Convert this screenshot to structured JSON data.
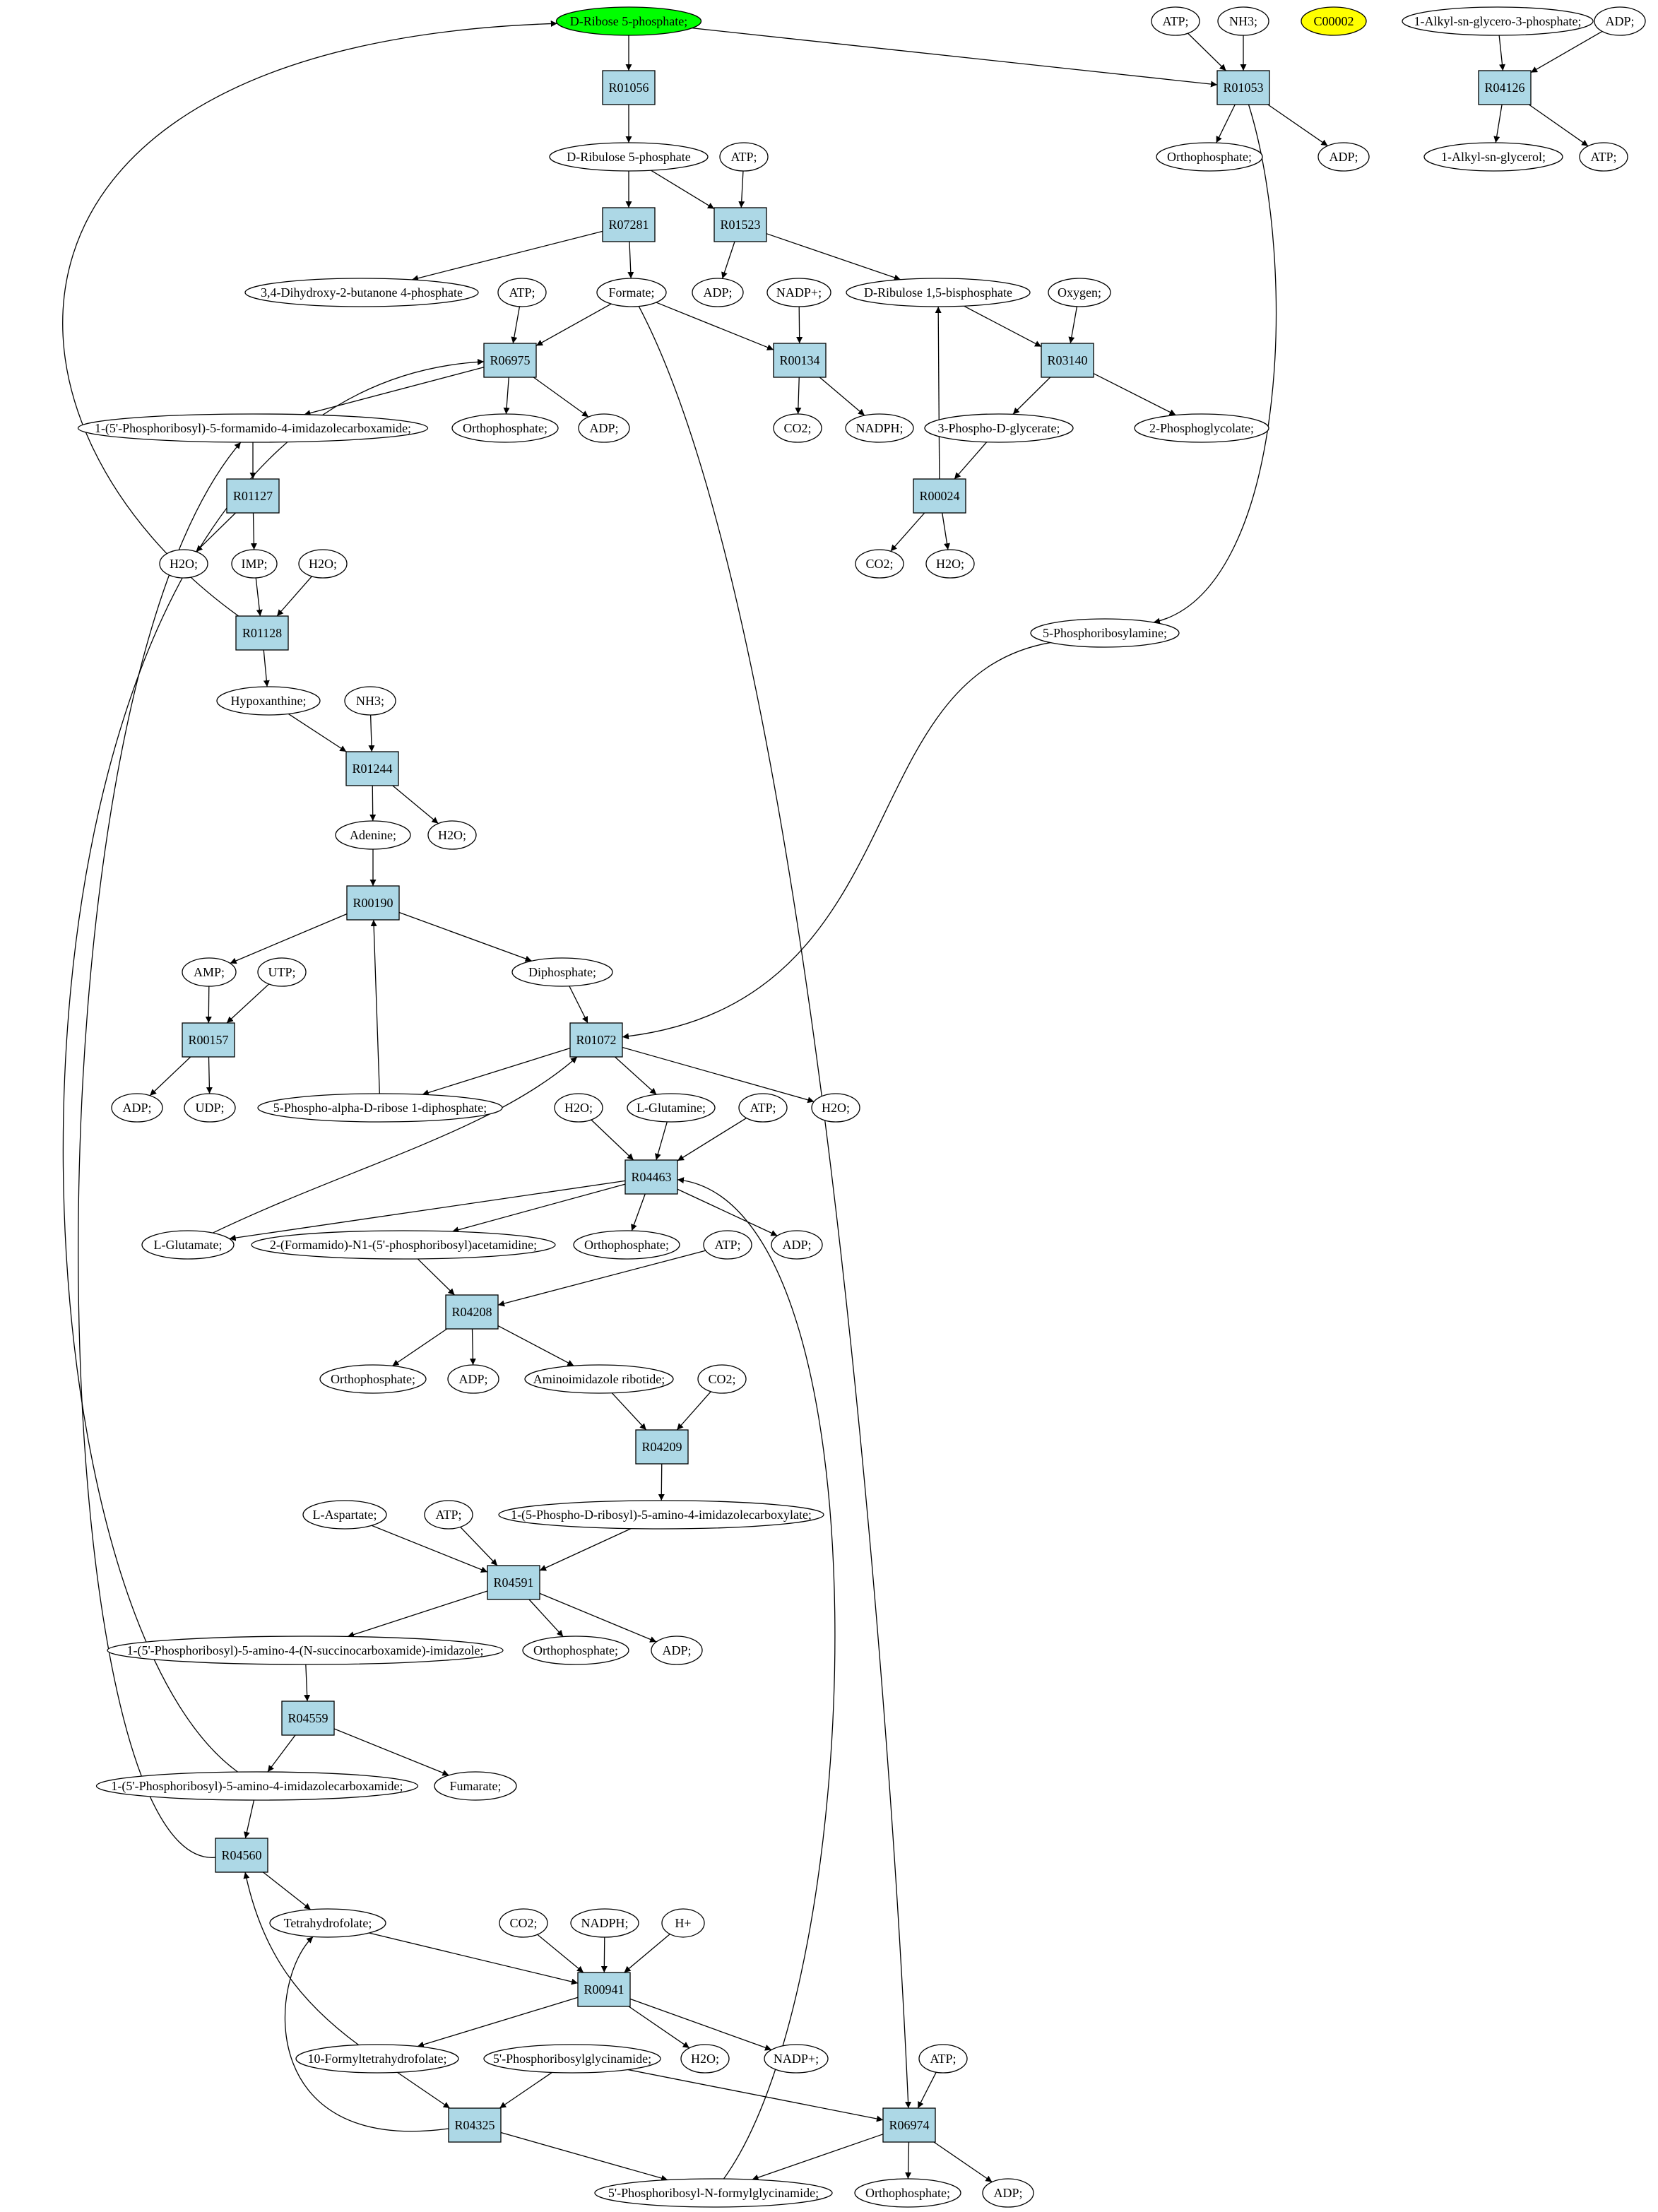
{
  "colors": {
    "reaction_fill": "#add8e6",
    "start_fill": "#00ff00",
    "highlight_fill": "#ffff00",
    "compound_fill": "#ffffff",
    "stroke": "#000000"
  },
  "nodes": [
    {
      "id": "n_dr5p",
      "label": "D-Ribose 5-phosphate;",
      "kind": "start"
    },
    {
      "id": "n_atp1",
      "label": "ATP;",
      "kind": "compound"
    },
    {
      "id": "n_nh3a",
      "label": "NH3;",
      "kind": "compound"
    },
    {
      "id": "n_c00002",
      "label": "C00002",
      "kind": "highlight"
    },
    {
      "id": "n_alkylg3p",
      "label": "1-Alkyl-sn-glycero-3-phosphate;",
      "kind": "compound"
    },
    {
      "id": "n_adp1",
      "label": "ADP;",
      "kind": "compound"
    },
    {
      "id": "r_R01056",
      "label": "R01056",
      "kind": "reaction"
    },
    {
      "id": "r_R01053",
      "label": "R01053",
      "kind": "reaction"
    },
    {
      "id": "r_R04126",
      "label": "R04126",
      "kind": "reaction"
    },
    {
      "id": "n_ortho1",
      "label": "Orthophosphate;",
      "kind": "compound"
    },
    {
      "id": "n_adp2",
      "label": "ADP;",
      "kind": "compound"
    },
    {
      "id": "n_alkylg",
      "label": "1-Alkyl-sn-glycerol;",
      "kind": "compound"
    },
    {
      "id": "n_atp2",
      "label": "ATP;",
      "kind": "compound"
    },
    {
      "id": "n_dru5p",
      "label": "D-Ribulose 5-phosphate",
      "kind": "compound"
    },
    {
      "id": "n_atp3",
      "label": "ATP;",
      "kind": "compound"
    },
    {
      "id": "r_R07281",
      "label": "R07281",
      "kind": "reaction"
    },
    {
      "id": "r_R01523",
      "label": "R01523",
      "kind": "reaction"
    },
    {
      "id": "n_dhbp",
      "label": "3,4-Dihydroxy-2-butanone 4-phosphate",
      "kind": "compound"
    },
    {
      "id": "n_atp4",
      "label": "ATP;",
      "kind": "compound"
    },
    {
      "id": "n_formate",
      "label": "Formate;",
      "kind": "compound"
    },
    {
      "id": "n_adp3",
      "label": "ADP;",
      "kind": "compound"
    },
    {
      "id": "n_nadpp1",
      "label": "NADP+;",
      "kind": "compound"
    },
    {
      "id": "n_drubp",
      "label": "D-Ribulose 1,5-bisphosphate",
      "kind": "compound"
    },
    {
      "id": "n_oxygen",
      "label": "Oxygen;",
      "kind": "compound"
    },
    {
      "id": "r_R06975",
      "label": "R06975",
      "kind": "reaction"
    },
    {
      "id": "r_R00134",
      "label": "R00134",
      "kind": "reaction"
    },
    {
      "id": "r_R03140",
      "label": "R03140",
      "kind": "reaction"
    },
    {
      "id": "n_fpica",
      "label": "1-(5'-Phosphoribosyl)-5-formamido-4-imidazolecarboxamide;",
      "kind": "compound"
    },
    {
      "id": "n_ortho2",
      "label": "Orthophosphate;",
      "kind": "compound"
    },
    {
      "id": "n_adp4",
      "label": "ADP;",
      "kind": "compound"
    },
    {
      "id": "n_co2a",
      "label": "CO2;",
      "kind": "compound"
    },
    {
      "id": "n_nadph1",
      "label": "NADPH;",
      "kind": "compound"
    },
    {
      "id": "n_3pg",
      "label": "3-Phospho-D-glycerate;",
      "kind": "compound"
    },
    {
      "id": "n_2pglyc",
      "label": "2-Phosphoglycolate;",
      "kind": "compound"
    },
    {
      "id": "r_R01127",
      "label": "R01127",
      "kind": "reaction"
    },
    {
      "id": "r_R00024",
      "label": "R00024",
      "kind": "reaction"
    },
    {
      "id": "n_h2o1",
      "label": "H2O;",
      "kind": "compound"
    },
    {
      "id": "n_imp",
      "label": "IMP;",
      "kind": "compound"
    },
    {
      "id": "n_h2o2",
      "label": "H2O;",
      "kind": "compound"
    },
    {
      "id": "n_co2b",
      "label": "CO2;",
      "kind": "compound"
    },
    {
      "id": "n_h2o3",
      "label": "H2O;",
      "kind": "compound"
    },
    {
      "id": "r_R01128",
      "label": "R01128",
      "kind": "reaction"
    },
    {
      "id": "n_pra",
      "label": "5-Phosphoribosylamine;",
      "kind": "compound"
    },
    {
      "id": "n_hypox",
      "label": "Hypoxanthine;",
      "kind": "compound"
    },
    {
      "id": "n_nh3b",
      "label": "NH3;",
      "kind": "compound"
    },
    {
      "id": "r_R01244",
      "label": "R01244",
      "kind": "reaction"
    },
    {
      "id": "n_adenine",
      "label": "Adenine;",
      "kind": "compound"
    },
    {
      "id": "n_h2o4",
      "label": "H2O;",
      "kind": "compound"
    },
    {
      "id": "r_R00190",
      "label": "R00190",
      "kind": "reaction"
    },
    {
      "id": "n_amp",
      "label": "AMP;",
      "kind": "compound"
    },
    {
      "id": "n_utp",
      "label": "UTP;",
      "kind": "compound"
    },
    {
      "id": "n_diphos",
      "label": "Diphosphate;",
      "kind": "compound"
    },
    {
      "id": "r_R00157",
      "label": "R00157",
      "kind": "reaction"
    },
    {
      "id": "r_R01072",
      "label": "R01072",
      "kind": "reaction"
    },
    {
      "id": "n_adp5",
      "label": "ADP;",
      "kind": "compound"
    },
    {
      "id": "n_udp",
      "label": "UDP;",
      "kind": "compound"
    },
    {
      "id": "n_prpp",
      "label": "5-Phospho-alpha-D-ribose 1-diphosphate;",
      "kind": "compound"
    },
    {
      "id": "n_h2o5",
      "label": "H2O;",
      "kind": "compound"
    },
    {
      "id": "n_lgln",
      "label": "L-Glutamine;",
      "kind": "compound"
    },
    {
      "id": "n_atp5",
      "label": "ATP;",
      "kind": "compound"
    },
    {
      "id": "n_h2o6",
      "label": "H2O;",
      "kind": "compound"
    },
    {
      "id": "r_R04463",
      "label": "R04463",
      "kind": "reaction"
    },
    {
      "id": "n_lglu",
      "label": "L-Glutamate;",
      "kind": "compound"
    },
    {
      "id": "n_fgam",
      "label": "2-(Formamido)-N1-(5'-phosphoribosyl)acetamidine;",
      "kind": "compound"
    },
    {
      "id": "n_ortho3",
      "label": "Orthophosphate;",
      "kind": "compound"
    },
    {
      "id": "n_atp6",
      "label": "ATP;",
      "kind": "compound"
    },
    {
      "id": "n_adp6",
      "label": "ADP;",
      "kind": "compound"
    },
    {
      "id": "r_R04208",
      "label": "R04208",
      "kind": "reaction"
    },
    {
      "id": "n_ortho4",
      "label": "Orthophosphate;",
      "kind": "compound"
    },
    {
      "id": "n_adp7",
      "label": "ADP;",
      "kind": "compound"
    },
    {
      "id": "n_air",
      "label": "Aminoimidazole ribotide;",
      "kind": "compound"
    },
    {
      "id": "n_co2c",
      "label": "CO2;",
      "kind": "compound"
    },
    {
      "id": "r_R04209",
      "label": "R04209",
      "kind": "reaction"
    },
    {
      "id": "n_cair",
      "label": "1-(5-Phospho-D-ribosyl)-5-amino-4-imidazolecarboxylate;",
      "kind": "compound"
    },
    {
      "id": "n_lasp",
      "label": "L-Aspartate;",
      "kind": "compound"
    },
    {
      "id": "n_atp7",
      "label": "ATP;",
      "kind": "compound"
    },
    {
      "id": "r_R04591",
      "label": "R04591",
      "kind": "reaction"
    },
    {
      "id": "n_saicar",
      "label": "1-(5'-Phosphoribosyl)-5-amino-4-(N-succinocarboxamide)-imidazole;",
      "kind": "compound"
    },
    {
      "id": "n_ortho5",
      "label": "Orthophosphate;",
      "kind": "compound"
    },
    {
      "id": "n_adp8",
      "label": "ADP;",
      "kind": "compound"
    },
    {
      "id": "r_R04559",
      "label": "R04559",
      "kind": "reaction"
    },
    {
      "id": "n_aicar",
      "label": "1-(5'-Phosphoribosyl)-5-amino-4-imidazolecarboxamide;",
      "kind": "compound"
    },
    {
      "id": "n_fumarate",
      "label": "Fumarate;",
      "kind": "compound"
    },
    {
      "id": "r_R04560",
      "label": "R04560",
      "kind": "reaction"
    },
    {
      "id": "n_thf",
      "label": "Tetrahydrofolate;",
      "kind": "compound"
    },
    {
      "id": "n_co2d",
      "label": "CO2;",
      "kind": "compound"
    },
    {
      "id": "n_nadph2",
      "label": "NADPH;",
      "kind": "compound"
    },
    {
      "id": "n_hplus",
      "label": "H+",
      "kind": "compound"
    },
    {
      "id": "r_R00941",
      "label": "R00941",
      "kind": "reaction"
    },
    {
      "id": "n_10fthf",
      "label": "10-Formyltetrahydrofolate;",
      "kind": "compound"
    },
    {
      "id": "n_gar",
      "label": "5'-Phosphoribosylglycinamide;",
      "kind": "compound"
    },
    {
      "id": "n_h2o7",
      "label": "H2O;",
      "kind": "compound"
    },
    {
      "id": "n_nadpp2",
      "label": "NADP+;",
      "kind": "compound"
    },
    {
      "id": "n_atp8",
      "label": "ATP;",
      "kind": "compound"
    },
    {
      "id": "r_R04325",
      "label": "R04325",
      "kind": "reaction"
    },
    {
      "id": "r_R06974",
      "label": "R06974",
      "kind": "reaction"
    },
    {
      "id": "n_fgar",
      "label": "5'-Phosphoribosyl-N-formylglycinamide;",
      "kind": "compound"
    },
    {
      "id": "n_ortho6",
      "label": "Orthophosphate;",
      "kind": "compound"
    },
    {
      "id": "n_adp9",
      "label": "ADP;",
      "kind": "compound"
    }
  ],
  "edges": [
    [
      "n_dr5p",
      "r_R01056"
    ],
    [
      "r_R01056",
      "n_dru5p"
    ],
    [
      "n_dr5p",
      "r_R01053"
    ],
    [
      "n_atp1",
      "r_R01053"
    ],
    [
      "n_nh3a",
      "r_R01053"
    ],
    [
      "r_R01053",
      "n_ortho1"
    ],
    [
      "r_R01053",
      "n_adp2"
    ],
    [
      "r_R01053",
      "n_pra"
    ],
    [
      "n_alkylg3p",
      "r_R04126"
    ],
    [
      "n_adp1",
      "r_R04126"
    ],
    [
      "r_R04126",
      "n_alkylg"
    ],
    [
      "r_R04126",
      "n_atp2"
    ],
    [
      "n_dru5p",
      "r_R07281"
    ],
    [
      "n_dru5p",
      "r_R01523"
    ],
    [
      "n_atp3",
      "r_R01523"
    ],
    [
      "r_R07281",
      "n_dhbp"
    ],
    [
      "r_R07281",
      "n_formate"
    ],
    [
      "r_R01523",
      "n_adp3"
    ],
    [
      "r_R01523",
      "n_drubp"
    ],
    [
      "n_atp4",
      "r_R06975"
    ],
    [
      "n_formate",
      "r_R06975"
    ],
    [
      "n_formate",
      "r_R00134"
    ],
    [
      "n_nadpp1",
      "r_R00134"
    ],
    [
      "n_formate",
      "r_R06974"
    ],
    [
      "n_drubp",
      "r_R03140"
    ],
    [
      "n_oxygen",
      "r_R03140"
    ],
    [
      "r_R06975",
      "n_fpica"
    ],
    [
      "r_R06975",
      "n_ortho2"
    ],
    [
      "r_R06975",
      "n_adp4"
    ],
    [
      "r_R00134",
      "n_co2a"
    ],
    [
      "r_R00134",
      "n_nadph1"
    ],
    [
      "r_R03140",
      "n_3pg"
    ],
    [
      "r_R03140",
      "n_2pglyc"
    ],
    [
      "n_fpica",
      "r_R01127"
    ],
    [
      "n_3pg",
      "r_R00024"
    ],
    [
      "r_R00024",
      "n_drubp"
    ],
    [
      "r_R01127",
      "n_h2o1"
    ],
    [
      "r_R01127",
      "n_imp"
    ],
    [
      "r_R00024",
      "n_co2b"
    ],
    [
      "r_R00024",
      "n_h2o3"
    ],
    [
      "n_imp",
      "r_R01128"
    ],
    [
      "n_h2o2",
      "r_R01128"
    ],
    [
      "r_R01128",
      "n_dr5p"
    ],
    [
      "r_R01128",
      "n_hypox"
    ],
    [
      "n_hypox",
      "r_R01244"
    ],
    [
      "n_nh3b",
      "r_R01244"
    ],
    [
      "r_R01244",
      "n_adenine"
    ],
    [
      "r_R01244",
      "n_h2o4"
    ],
    [
      "n_adenine",
      "r_R00190"
    ],
    [
      "n_prpp",
      "r_R00190"
    ],
    [
      "r_R00190",
      "n_amp"
    ],
    [
      "r_R00190",
      "n_diphos"
    ],
    [
      "n_amp",
      "r_R00157"
    ],
    [
      "n_utp",
      "r_R00157"
    ],
    [
      "r_R00157",
      "n_adp5"
    ],
    [
      "r_R00157",
      "n_udp"
    ],
    [
      "n_diphos",
      "r_R01072"
    ],
    [
      "n_pra",
      "r_R01072"
    ],
    [
      "n_lglu",
      "r_R01072"
    ],
    [
      "r_R01072",
      "n_prpp"
    ],
    [
      "r_R01072",
      "n_lgln"
    ],
    [
      "r_R01072",
      "n_h2o6"
    ],
    [
      "n_h2o5",
      "r_R04463"
    ],
    [
      "n_lgln",
      "r_R04463"
    ],
    [
      "n_atp5",
      "r_R04463"
    ],
    [
      "n_fgar",
      "r_R04463"
    ],
    [
      "r_R04463",
      "n_lglu"
    ],
    [
      "r_R04463",
      "n_fgam"
    ],
    [
      "r_R04463",
      "n_ortho3"
    ],
    [
      "r_R04463",
      "n_adp6"
    ],
    [
      "n_fgam",
      "r_R04208"
    ],
    [
      "n_atp6",
      "r_R04208"
    ],
    [
      "r_R04208",
      "n_ortho4"
    ],
    [
      "r_R04208",
      "n_adp7"
    ],
    [
      "r_R04208",
      "n_air"
    ],
    [
      "n_air",
      "r_R04209"
    ],
    [
      "n_co2c",
      "r_R04209"
    ],
    [
      "r_R04209",
      "n_cair"
    ],
    [
      "n_lasp",
      "r_R04591"
    ],
    [
      "n_atp7",
      "r_R04591"
    ],
    [
      "n_cair",
      "r_R04591"
    ],
    [
      "r_R04591",
      "n_saicar"
    ],
    [
      "r_R04591",
      "n_ortho5"
    ],
    [
      "r_R04591",
      "n_adp8"
    ],
    [
      "n_saicar",
      "r_R04559"
    ],
    [
      "r_R04559",
      "n_aicar"
    ],
    [
      "r_R04559",
      "n_fumarate"
    ],
    [
      "n_aicar",
      "r_R06975"
    ],
    [
      "n_aicar",
      "r_R04560"
    ],
    [
      "r_R04560",
      "n_fpica"
    ],
    [
      "r_R04560",
      "n_thf"
    ],
    [
      "n_10fthf",
      "r_R04560"
    ],
    [
      "n_thf",
      "r_R00941"
    ],
    [
      "n_co2d",
      "r_R00941"
    ],
    [
      "n_nadph2",
      "r_R00941"
    ],
    [
      "n_hplus",
      "r_R00941"
    ],
    [
      "r_R00941",
      "n_10fthf"
    ],
    [
      "r_R00941",
      "n_h2o7"
    ],
    [
      "r_R00941",
      "n_nadpp2"
    ],
    [
      "n_10fthf",
      "r_R04325"
    ],
    [
      "n_gar",
      "r_R04325"
    ],
    [
      "r_R04325",
      "n_thf"
    ],
    [
      "r_R04325",
      "n_fgar"
    ],
    [
      "n_gar",
      "r_R06974"
    ],
    [
      "n_atp8",
      "r_R06974"
    ],
    [
      "r_R06974",
      "n_fgar"
    ],
    [
      "r_R06974",
      "n_ortho6"
    ],
    [
      "r_R06974",
      "n_adp9"
    ]
  ]
}
